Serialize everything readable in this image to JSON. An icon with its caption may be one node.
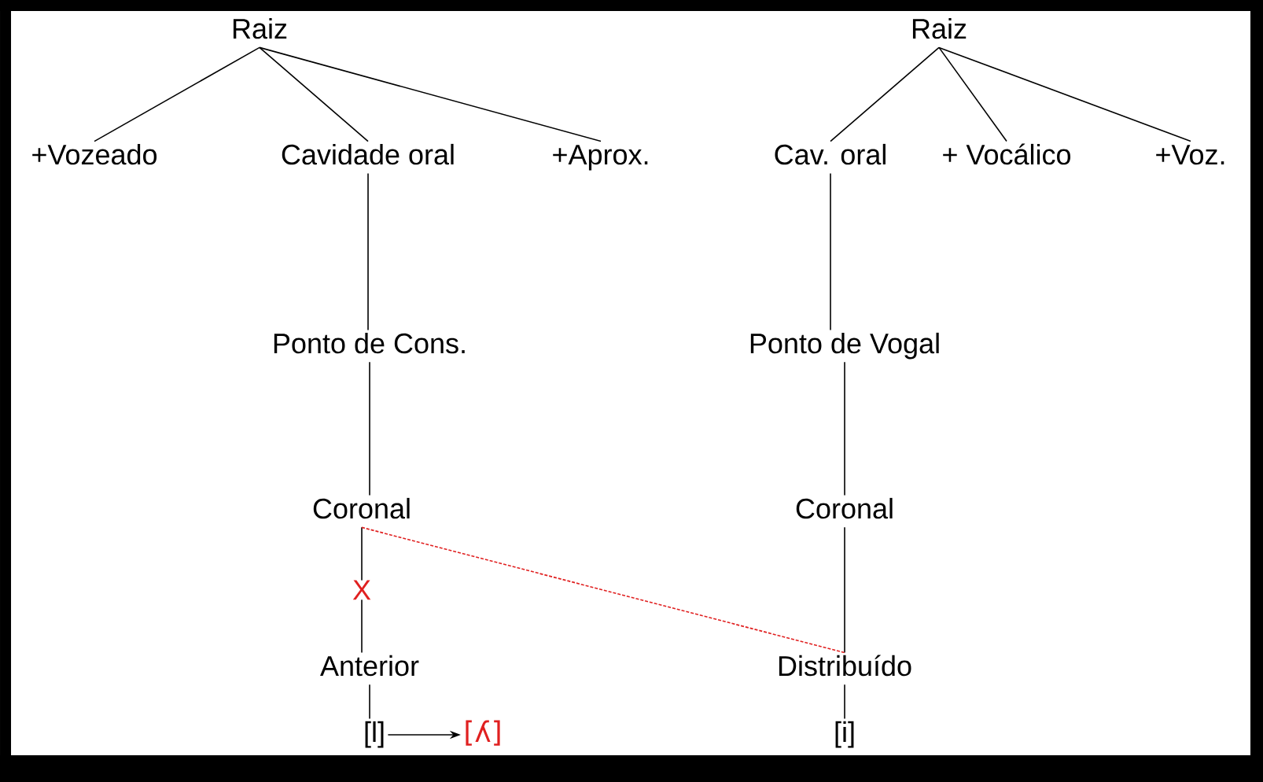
{
  "diagram": {
    "nodes": [
      {
        "text": [
          "Raiz"
        ]
      },
      {
        "text": [
          "+Vozeado"
        ]
      },
      {
        "text": [
          "Cavidade oral"
        ]
      },
      {
        "text": [
          "+Aprox."
        ]
      },
      {
        "text": [
          "Ponto de Cons."
        ]
      },
      {
        "text": [
          "Coronal"
        ]
      },
      {
        "text": [
          "Anterior"
        ]
      },
      {
        "text": [
          "[l]"
        ]
      },
      {
        "text": [
          "[ʎ]"
        ]
      },
      {
        "text": [
          "Raiz"
        ]
      },
      {
        "text": [
          "Cav. oral"
        ]
      },
      {
        "text": [
          "+ Vocálico"
        ]
      },
      {
        "text": [
          "+Voz."
        ]
      },
      {
        "text": [
          "Ponto de Vogal"
        ]
      },
      {
        "text": [
          "Coronal"
        ]
      },
      {
        "text": [
          "Distribuído"
        ]
      },
      {
        "text": [
          "[i]"
        ]
      }
    ],
    "edges": [
      {
        "from": 0,
        "to": 1,
        "arrow": "none"
      },
      {
        "from": 0,
        "to": 2,
        "arrow": "none"
      },
      {
        "from": 0,
        "to": 3,
        "arrow": "none"
      },
      {
        "from": 2,
        "to": 4,
        "arrow": "none"
      },
      {
        "from": 4,
        "to": 5,
        "arrow": "none"
      },
      {
        "from": 5,
        "to": 6,
        "arrow": "none",
        "label": "X"
      },
      {
        "from": 6,
        "to": 7,
        "arrow": "none"
      },
      {
        "from": 7,
        "to": 8,
        "arrow": "to"
      },
      {
        "from": 9,
        "to": 10,
        "arrow": "none"
      },
      {
        "from": 9,
        "to": 11,
        "arrow": "none"
      },
      {
        "from": 9,
        "to": 12,
        "arrow": "none"
      },
      {
        "from": 10,
        "to": 13,
        "arrow": "none"
      },
      {
        "from": 13,
        "to": 14,
        "arrow": "none"
      },
      {
        "from": 14,
        "to": 15,
        "arrow": "none"
      },
      {
        "from": 15,
        "to": 16,
        "arrow": "none"
      },
      {
        "from": 5,
        "to": 15,
        "arrow": "none",
        "style": "dashed",
        "color": "#e02020"
      }
    ]
  }
}
